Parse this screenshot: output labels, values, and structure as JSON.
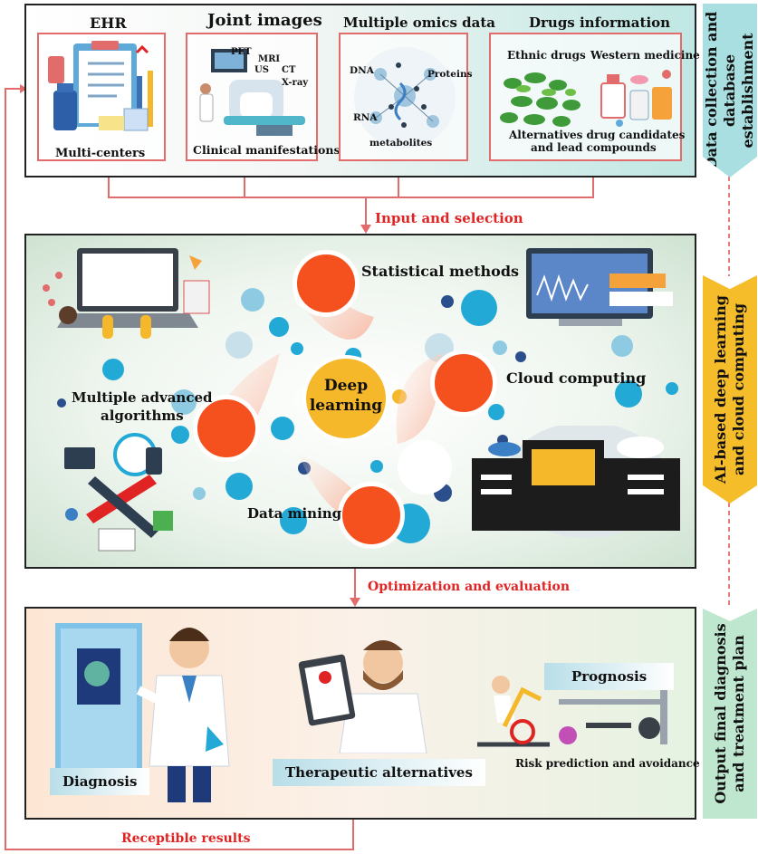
{
  "panel1": {
    "ehr": "EHR",
    "multi_centers": "Multi-centers",
    "joint_images": "Joint images",
    "pet": "PET",
    "mri": "MRI",
    "us": "US",
    "ct": "CT",
    "xray": "X-ray",
    "clinical": "Clinical manifestations",
    "omics": "Multiple omics data",
    "dna": "DNA",
    "rna": "RNA",
    "proteins": "Proteins",
    "metabolites": "metabolites",
    "drugs": "Drugs information",
    "ethnic": "Ethnic drugs",
    "western": "Western medicine",
    "alternatives": "Alternatives drug candidates",
    "lead": "and lead compounds"
  },
  "arrows": {
    "input": "Input and selection",
    "optimization": "Optimization and evaluation",
    "receptible": "Receptible results"
  },
  "panel2": {
    "statistical": "Statistical methods",
    "cloud": "Cloud computing",
    "multiple_alg_1": "Multiple advanced",
    "multiple_alg_2": "algorithms",
    "deep_1": "Deep",
    "deep_2": "learning",
    "data_mining": "Data mining"
  },
  "panel3": {
    "diagnosis": "Diagnosis",
    "therapeutic": "Therapeutic alternatives",
    "prognosis": "Prognosis",
    "risk": "Risk prediction and avoidance"
  },
  "side": {
    "s1_line1": "Data collection and",
    "s1_line2": "database",
    "s1_line3": "establishment",
    "s2_line1": "AI-based deep learning",
    "s2_line2": "and cloud computing",
    "s3_line1": "Output final diagnosis",
    "s3_line2": "and treatment plan"
  },
  "colors": {
    "accent_red": "#e02424",
    "orange_circle": "#f4511e",
    "deep_circle": "#f5b82a",
    "teal_tag": "#a9dfe0",
    "orange_tag": "#f6bd2a"
  }
}
